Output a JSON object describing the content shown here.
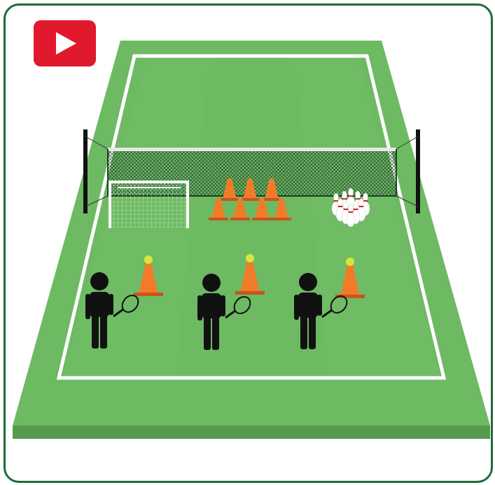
{
  "play_button": {
    "label": "Play video",
    "color": "#e0192d",
    "icon": "play-icon"
  },
  "colors": {
    "court_light": "#6dba63",
    "court_dark": "#5ba553",
    "court_edge": "#559a4e",
    "lines": "#ffffff",
    "frame": "#1e6b3a",
    "cone": "#f07c2a",
    "cone_shade": "#c8561a",
    "ball": "#d7e63a",
    "player": "#111111",
    "net": "#1f3f26",
    "pin": "#ffffff",
    "pin_stripe": "#d62b2b"
  },
  "scene": {
    "players": 3,
    "cones_with_balls": 3,
    "cone_stack": 7,
    "bowling_pins": 10,
    "goal": "mini-goal",
    "net": "tennis-net"
  }
}
